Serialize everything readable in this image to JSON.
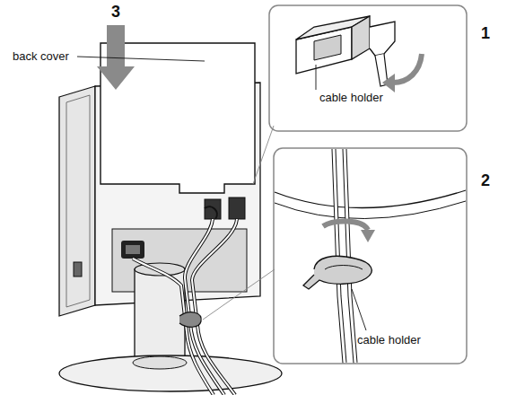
{
  "diagram": {
    "labels": [
      "3",
      "back cover",
      "1",
      "cable holder",
      "2",
      "cable holder"
    ]
  }
}
